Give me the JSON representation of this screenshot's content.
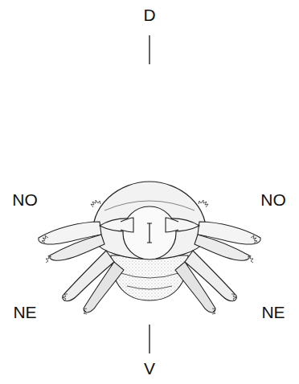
{
  "diagram": {
    "labels": [
      "D",
      "NO",
      "NO",
      "NE",
      "NE",
      "V"
    ]
  }
}
